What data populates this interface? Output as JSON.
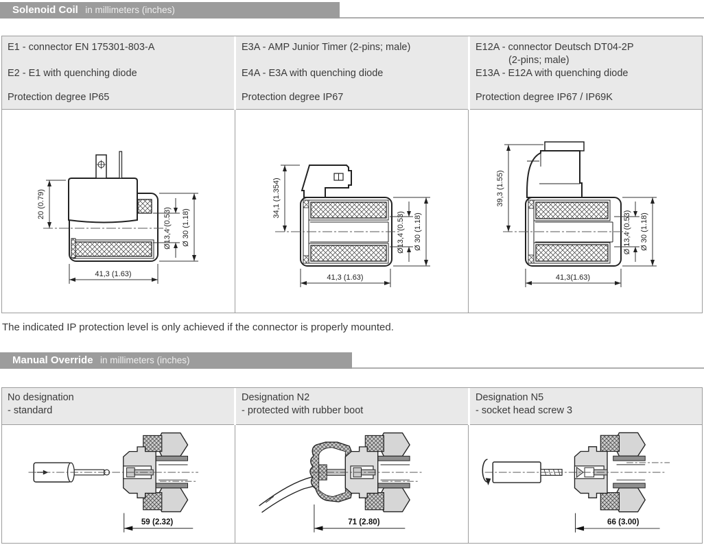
{
  "colors": {
    "header_bar": "#9c9c9c",
    "cell_bg": "#e9e9e9",
    "border": "#9c9c9c",
    "line": "#222222"
  },
  "solenoid": {
    "title": "Solenoid Coil",
    "units": "in millimeters (inches)",
    "cols": [
      {
        "l1": "E1 - connector EN 175301-803-A",
        "l3": "E2 - E1 with quenching diode",
        "prot": "Protection degree IP65",
        "dims": {
          "h": "20 (0.79)",
          "w": "41,3 (1.63)",
          "di": "Ø13,4 (0.53)",
          "do": "Ø 30 (1.18)"
        }
      },
      {
        "l1": "E3A - AMP Junior Timer (2-pins; male)",
        "l3": "E4A - E3A with quenching diode",
        "prot": "Protection degree IP67",
        "dims": {
          "h": "34,1 (1.354)",
          "w": "41,3 (1.63)",
          "di": "Ø13,4 (0.53)",
          "do": "Ø 30 (1.18)"
        }
      },
      {
        "l1": "E12A - connector Deutsch DT04-2P",
        "l2": "(2-pins; male)",
        "l3": "E13A - E12A with quenching diode",
        "prot": "Protection degree IP67 / IP69K",
        "dims": {
          "h": "39,3 (1.55)",
          "w": "41,3(1.63)",
          "di": "Ø 13,4 (0.53)",
          "do": "Ø 30 (1.18)"
        }
      }
    ]
  },
  "note": "The indicated IP protection level is only achieved if the connector is properly mounted.",
  "override": {
    "title": "Manual Override",
    "units": "in millimeters (inches)",
    "cols": [
      {
        "l1": "No designation",
        "l2": "- standard",
        "dim": "59 (2.32)"
      },
      {
        "l1": "Designation N2",
        "l2": "- protected with rubber boot",
        "dim": "71 (2.80)"
      },
      {
        "l1": "Designation N5",
        "l2": "- socket head screw 3",
        "dim": "66 (3.00)"
      }
    ]
  }
}
